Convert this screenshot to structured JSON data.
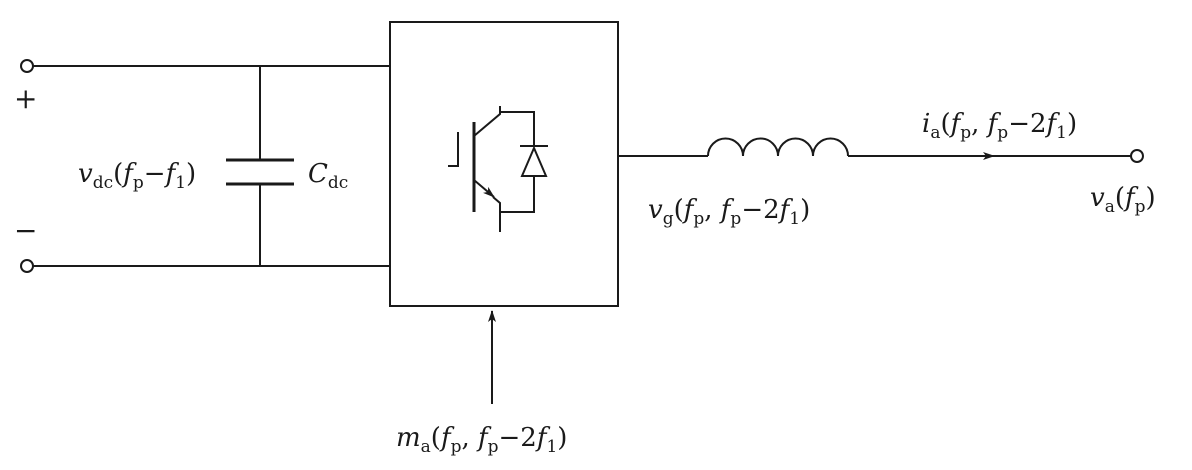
{
  "terminals": {
    "plus_sign": "+",
    "minus_sign": "−"
  },
  "labels": {
    "vdc": {
      "var": "v",
      "sub": "dc",
      "open": "(",
      "f": "f",
      "fsub": "p",
      "minus": "−",
      "f2": "f",
      "f2sub": "1",
      "close": ")"
    },
    "cdc": {
      "var": "C",
      "sub": "dc"
    },
    "vg": {
      "var": "v",
      "sub": "g",
      "open": "(",
      "f": "f",
      "fsub": "p",
      "comma": ", ",
      "f2": "f",
      "f2sub": "p",
      "minus": "−2",
      "f3": "f",
      "f3sub": "1",
      "close": ")"
    },
    "ia": {
      "var": "i",
      "sub": "a",
      "open": "(",
      "f": "f",
      "fsub": "p",
      "comma": ", ",
      "f2": "f",
      "f2sub": "p",
      "minus": "−2",
      "f3": "f",
      "f3sub": "1",
      "close": ")"
    },
    "va": {
      "var": "v",
      "sub": "a",
      "open": "(",
      "f": "f",
      "fsub": "p",
      "close": ")"
    },
    "ma": {
      "var": "m",
      "sub": "a",
      "open": "(",
      "f": "f",
      "fsub": "p",
      "comma": ", ",
      "f2": "f",
      "f2sub": "p",
      "minus": "−2",
      "f3": "f",
      "f3sub": "1",
      "close": ")"
    }
  }
}
